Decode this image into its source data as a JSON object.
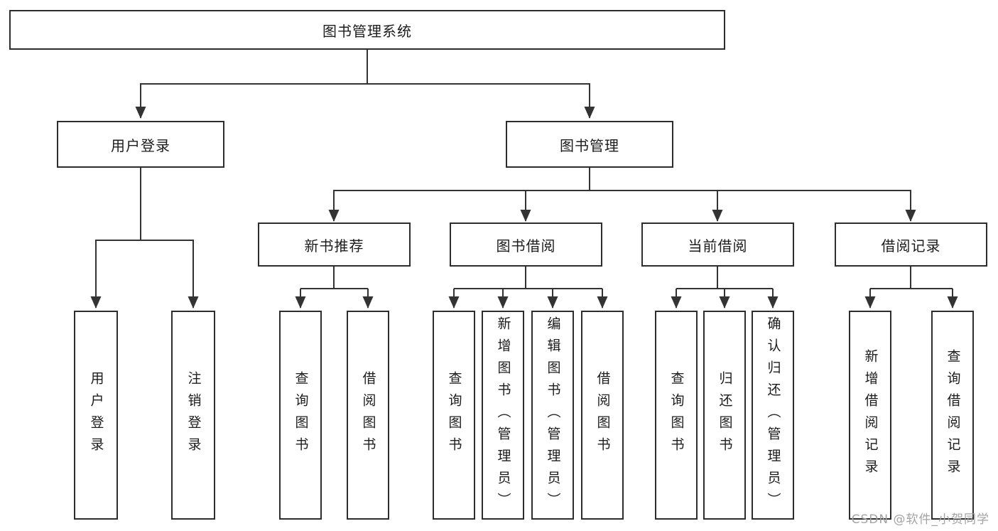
{
  "colors": {
    "line": "#333333",
    "box_border": "#2d2d2d",
    "text": "#1c1c1c",
    "watermark": "#a3a3a3",
    "background": "#ffffff"
  },
  "watermark": {
    "text": "CSDN @软件_小贺同学"
  },
  "tree": {
    "root": {
      "label": "图书管理系统"
    },
    "branches": [
      {
        "label": "用户登录",
        "leaves": [
          {
            "label": "用户登录"
          },
          {
            "label": "注销登录"
          }
        ]
      },
      {
        "label": "图书管理",
        "groups": [
          {
            "label": "新书推荐",
            "leaves": [
              {
                "label": "查询图书"
              },
              {
                "label": "借阅图书"
              }
            ]
          },
          {
            "label": "图书借阅",
            "leaves": [
              {
                "label": "查询图书"
              },
              {
                "label": "新增图书（管理员）"
              },
              {
                "label": "编辑图书（管理员）"
              },
              {
                "label": "借阅图书"
              }
            ]
          },
          {
            "label": "当前借阅",
            "leaves": [
              {
                "label": "查询图书"
              },
              {
                "label": "归还图书"
              },
              {
                "label": "确认归还（管理员）"
              }
            ]
          },
          {
            "label": "借阅记录",
            "leaves": [
              {
                "label": "新增借阅记录"
              },
              {
                "label": "查询借阅记录"
              }
            ]
          }
        ]
      }
    ]
  }
}
